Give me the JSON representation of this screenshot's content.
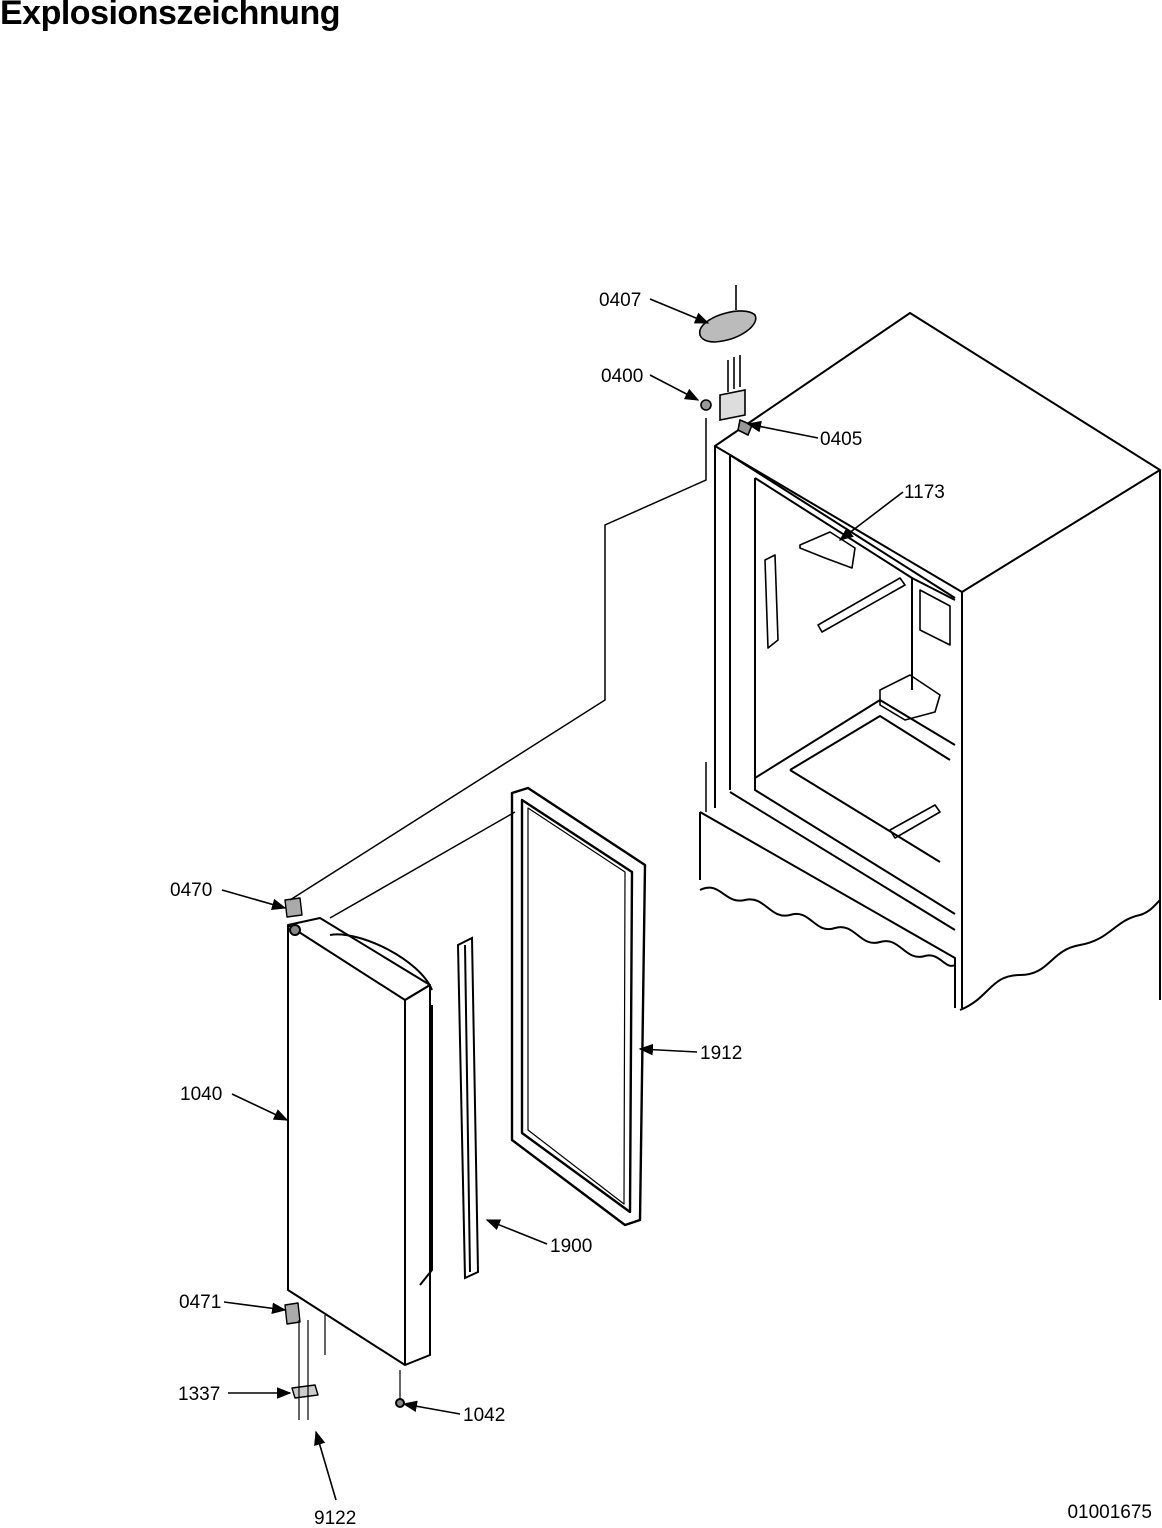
{
  "page_title": "Explosionszeichnung",
  "document_number": "01001675",
  "callouts": {
    "c0407": "0407",
    "c0400": "0400",
    "c0405": "0405",
    "c1173": "1173",
    "c0470": "0470",
    "c1912": "1912",
    "c1040": "1040",
    "c1900": "1900",
    "c0471": "0471",
    "c1337": "1337",
    "c1042": "1042",
    "c9122": "9122"
  }
}
